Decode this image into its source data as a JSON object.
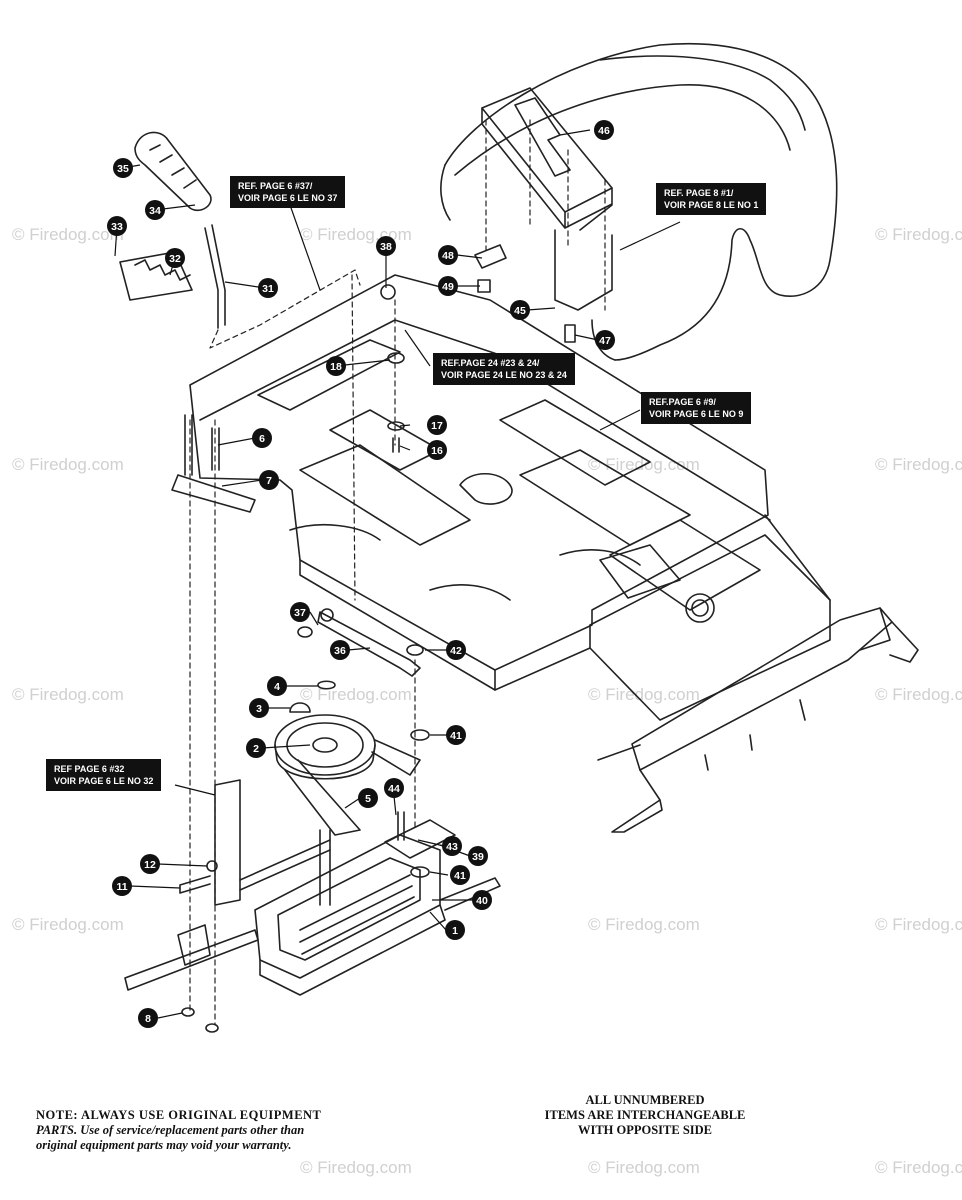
{
  "watermark": "© Firedog.com",
  "ref_boxes": {
    "ref37": [
      "REF. PAGE 6 #37/",
      "VOIR PAGE 6 LE NO 37"
    ],
    "ref1": [
      "REF. PAGE 8 #1/",
      "VOIR PAGE 8 LE NO 1"
    ],
    "ref24": [
      "REF.PAGE 24 #23 & 24/",
      "VOIR PAGE 24 LE NO 23 & 24"
    ],
    "ref9": [
      "REF.PAGE 6 #9/",
      "VOIR PAGE 6 LE NO 9"
    ],
    "ref32": [
      "REF PAGE 6 #32",
      "VOIR PAGE 6 LE NO 32"
    ]
  },
  "callouts": [
    "1",
    "2",
    "3",
    "4",
    "5",
    "6",
    "7",
    "8",
    "11",
    "12",
    "16",
    "17",
    "18",
    "31",
    "32",
    "33",
    "34",
    "35",
    "36",
    "37",
    "38",
    "39",
    "40",
    "41",
    "42",
    "43",
    "44",
    "45",
    "46",
    "47",
    "48",
    "49"
  ],
  "note": {
    "lead": "NOTE: ALWAYS USE ORIGINAL EQUIPMENT",
    "line2": "PARTS. Use of service/replacement parts other than",
    "line3": "original equipment parts may void your warranty."
  },
  "unnumbered": [
    "ALL UNNUMBERED",
    "ITEMS ARE INTERCHANGEABLE",
    "WITH OPPOSITE SIDE"
  ]
}
